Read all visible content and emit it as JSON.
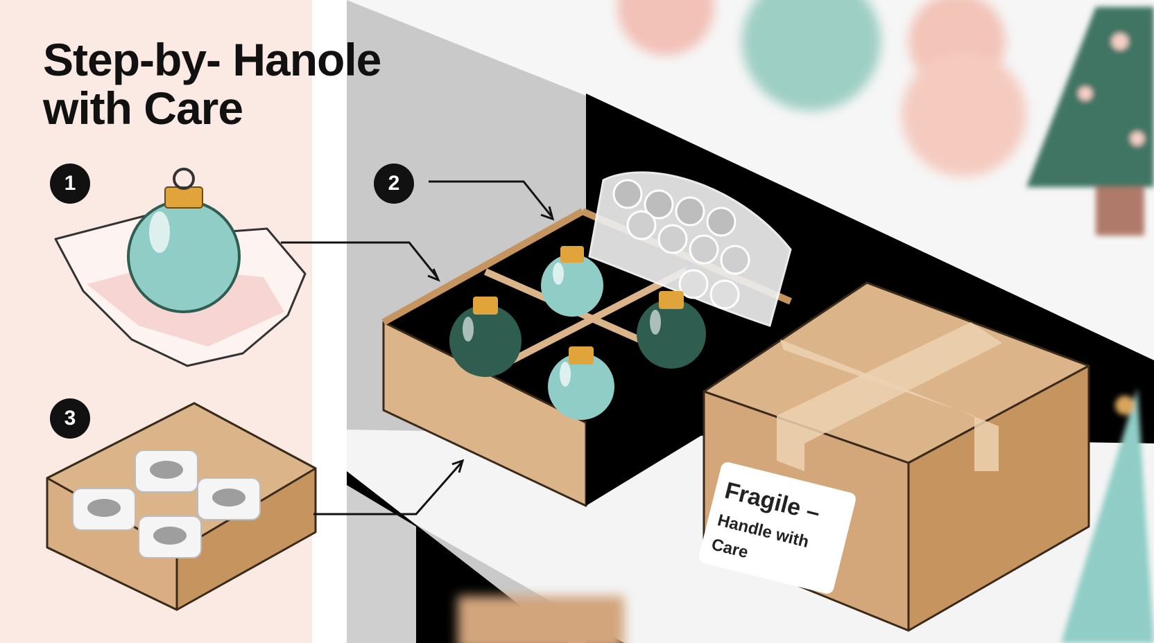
{
  "title_lines": [
    "Step-by- Hanole",
    "with Care"
  ],
  "steps": [
    "1",
    "2",
    "3"
  ],
  "box_label": {
    "line1": "Fragile –",
    "line2": "Handle with Care"
  },
  "colors": {
    "panel_bg": "#fbe9e4",
    "ornament_teal": "#8fcdc6",
    "ornament_dark": "#2f5d50",
    "cardboard": "#dcb48a",
    "tissue_pink": "#f3c7c4",
    "ink": "#111111"
  },
  "icons": [
    "ornament-icon",
    "tissue-paper-icon",
    "egg-crate-insert-icon",
    "bubble-wrap-icon",
    "arrow-icon",
    "cardboard-box-icon",
    "christmas-tree-icon"
  ]
}
